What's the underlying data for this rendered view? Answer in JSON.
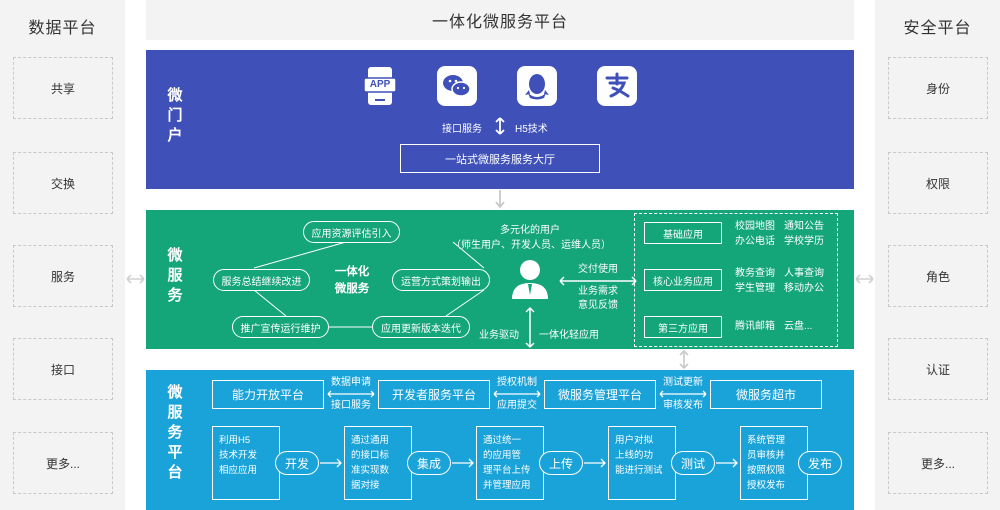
{
  "title": "一体化微服务平台",
  "left": {
    "title": "数据平台",
    "items": [
      "共享",
      "交换",
      "服务",
      "接口",
      "更多..."
    ]
  },
  "right": {
    "title": "安全平台",
    "items": [
      "身份",
      "权限",
      "角色",
      "认证",
      "更多..."
    ]
  },
  "portal": {
    "label": "微门户",
    "icons": [
      "app-icon",
      "wechat-icon",
      "qq-icon",
      "alipay-icon"
    ],
    "app_text": "APP",
    "left_text": "接口服务",
    "right_text": "H5技术",
    "hall": "一站式微服务服务大厅"
  },
  "services": {
    "label": "微服务",
    "center": "一体化\n微服务",
    "ovals": [
      "应用资源评估引入",
      "服务总结继续改进",
      "运营方式策划输出",
      "推广宣传运行维护",
      "应用更新版本迭代"
    ],
    "users_title": "多元化的用户",
    "users_sub": "（师生用户、开发人员、运维人员）",
    "deliver": "交付使用",
    "needs": "业务需求\n意见反馈",
    "biz": "业务驱动",
    "light": "一体化轻应用",
    "apps": [
      {
        "name": "基础应用",
        "items": [
          "校园地图",
          "通知公告",
          "办公电话",
          "学校学历"
        ]
      },
      {
        "name": "核心业务应用",
        "items": [
          "教务查询",
          "人事查询",
          "学生管理",
          "移动办公"
        ]
      },
      {
        "name": "第三方应用",
        "items": [
          "腾讯邮箱",
          "云盘..."
        ]
      }
    ]
  },
  "platform": {
    "label": "微服务平台",
    "boxes": [
      "能力开放平台",
      "开发者服务平台",
      "微服务管理平台",
      "微服务超市"
    ],
    "links": [
      [
        "数据申请",
        "接口服务"
      ],
      [
        "授权机制",
        "应用提交"
      ],
      [
        "测试更新",
        "审核发布"
      ]
    ],
    "steps": [
      {
        "text": "利用H5\n技术开发\n相应应用",
        "action": "开发"
      },
      {
        "text": "通过通用\n的接口标\n准实现数\n据对接",
        "action": "集成"
      },
      {
        "text": "通过统一\n的应用管\n理平台上传\n并管理应用",
        "action": "上传"
      },
      {
        "text": "用户对拟\n上线的功\n能进行测试",
        "action": "测试"
      },
      {
        "text": "系统管理\n员审核并\n按照权限\n授权发布",
        "action": "发布"
      }
    ]
  },
  "colors": {
    "portal": "#3f51b8",
    "services": "#14a579",
    "platform": "#1aa3d9",
    "side": "#f3f3f3"
  }
}
